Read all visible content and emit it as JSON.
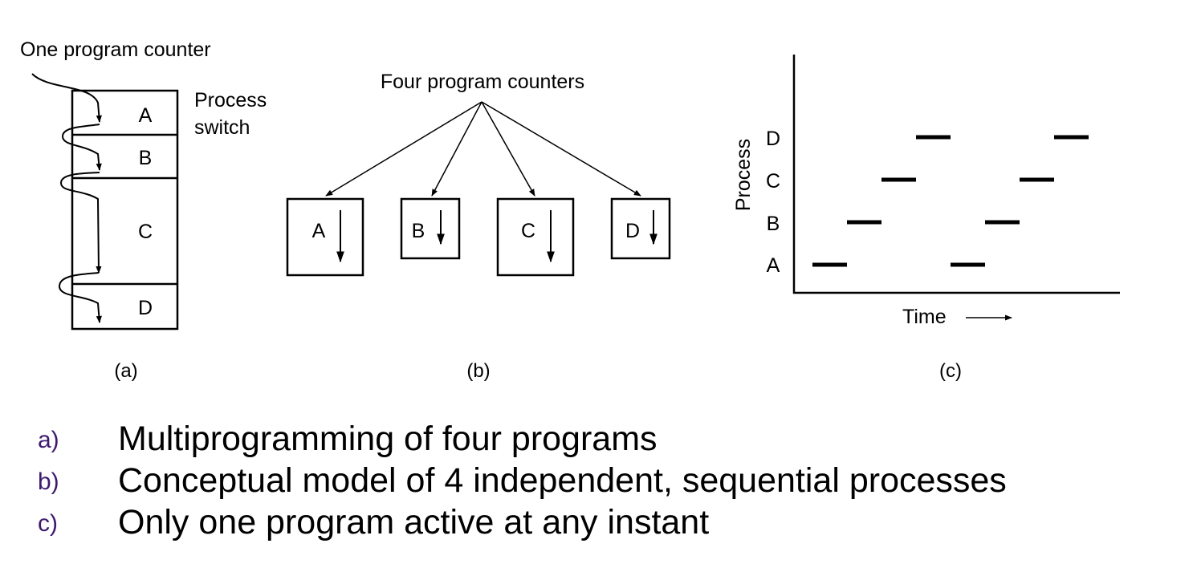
{
  "panel_a": {
    "pc_label": "One program counter",
    "process_switch_line1": "Process",
    "process_switch_line2": "switch",
    "blocks": [
      "A",
      "B",
      "C",
      "D"
    ],
    "caption": "(a)"
  },
  "panel_b": {
    "title": "Four program counters",
    "boxes": [
      "A",
      "B",
      "C",
      "D"
    ],
    "caption": "(b)"
  },
  "panel_c": {
    "ylabel": "Process",
    "xlabel": "Time",
    "processes": [
      "A",
      "B",
      "C",
      "D"
    ],
    "caption": "(c)",
    "timeline": [
      {
        "process": "A",
        "slot": 1
      },
      {
        "process": "B",
        "slot": 2
      },
      {
        "process": "C",
        "slot": 3
      },
      {
        "process": "D",
        "slot": 4
      },
      {
        "process": "A",
        "slot": 5
      },
      {
        "process": "B",
        "slot": 6
      },
      {
        "process": "C",
        "slot": 7
      },
      {
        "process": "D",
        "slot": 8
      }
    ]
  },
  "bullets": [
    {
      "marker": "a)",
      "text": "Multiprogramming of four programs"
    },
    {
      "marker": "b)",
      "text": "Conceptual model of 4 independent, sequential processes"
    },
    {
      "marker": "c)",
      "text": "Only one program active at any instant"
    }
  ]
}
